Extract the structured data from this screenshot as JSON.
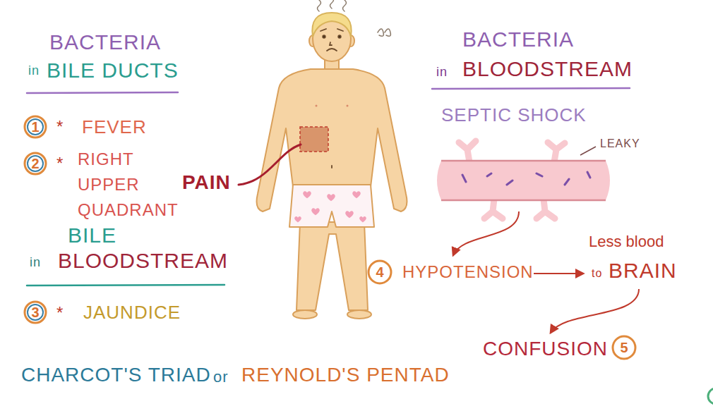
{
  "diagram": {
    "nodes": [
      {
        "text": [
          "1"
        ]
      },
      {
        "text": [
          "2"
        ]
      },
      {
        "text": [
          "3"
        ]
      },
      {
        "text": [
          "4"
        ]
      },
      {
        "text": [
          "5"
        ]
      }
    ],
    "labels": [
      "BACTERIA",
      "in",
      "BILE DUCTS",
      "*",
      "FEVER",
      "*",
      "RIGHT UPPER QUADRANT",
      "PAIN",
      "BILE",
      "in",
      "BLOODSTREAM",
      "*",
      "JAUNDICE",
      "BACTERIA",
      "in",
      "BLOODSTREAM",
      "SEPTIC SHOCK",
      "LEAKY",
      "HYPOTENSION",
      "Less blood",
      "to",
      "BRAIN",
      "CONFUSION",
      "CHARCOT'S TRIAD",
      "or",
      "REYNOLD'S PENTAD"
    ]
  }
}
